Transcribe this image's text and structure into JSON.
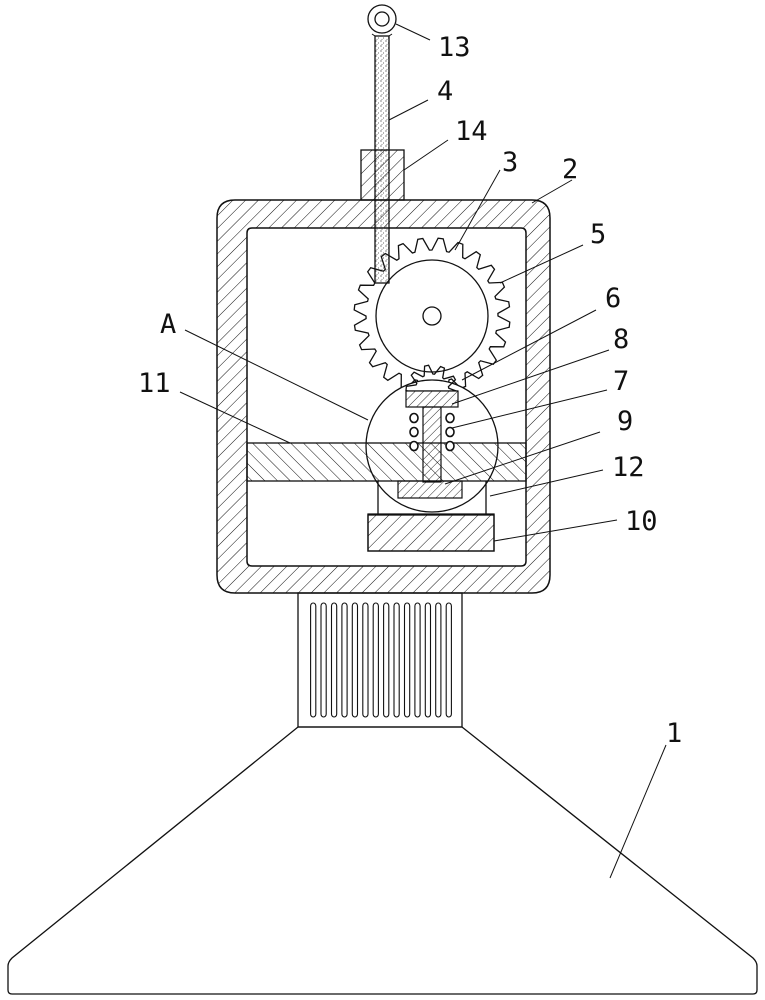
{
  "labels": {
    "l1": "1",
    "l2": "2",
    "l3": "3",
    "l4": "4",
    "l5": "5",
    "l6": "6",
    "l7": "7",
    "l8": "8",
    "l9": "9",
    "l10": "10",
    "l11": "11",
    "l12": "12",
    "l13": "13",
    "l14": "14",
    "lA": "A"
  },
  "colors": {
    "stroke": "#111111",
    "background": "#ffffff"
  },
  "gears": {
    "large_gear_teeth": 24,
    "small_gear_teeth": 10
  },
  "vent_slots": 14
}
